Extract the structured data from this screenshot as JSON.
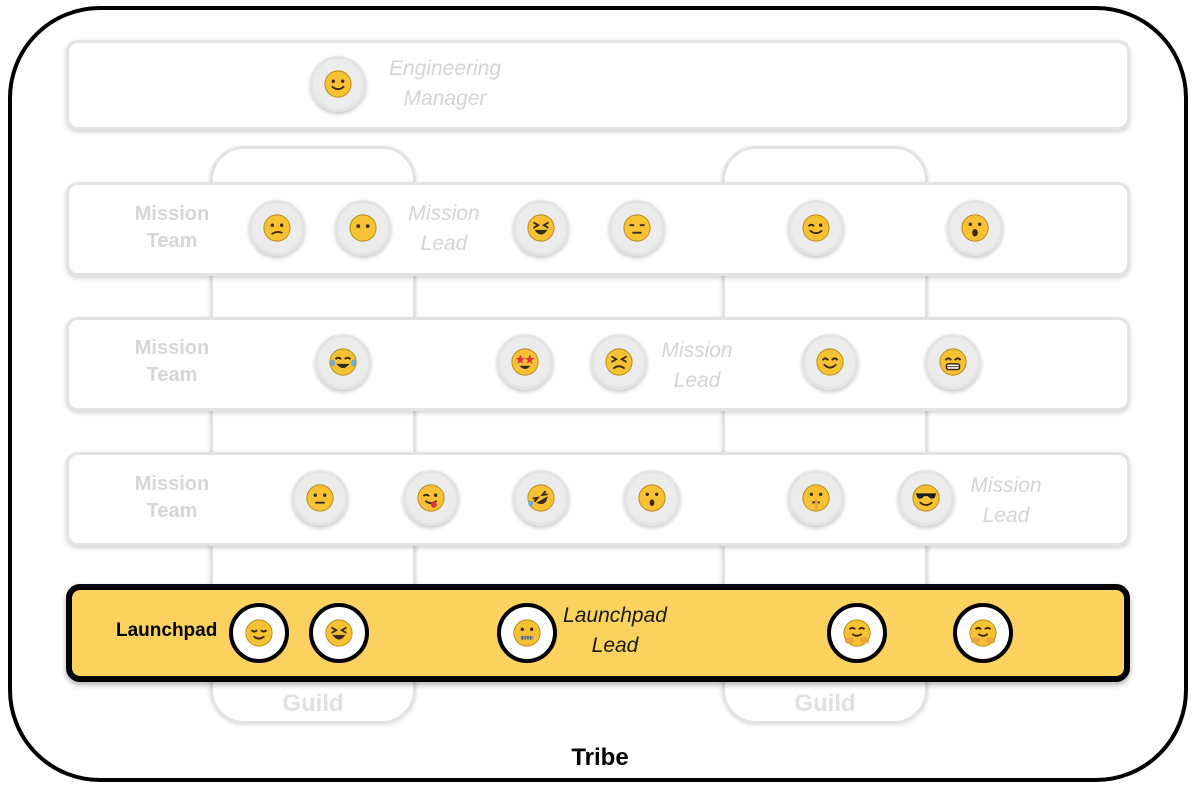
{
  "tribe": {
    "label": "Tribe"
  },
  "guilds": {
    "left_label": "Guild",
    "right_label": "Guild"
  },
  "manager": {
    "line1": "Engineering",
    "line2": "Manager",
    "avatar_icon": "smiling-face-icon"
  },
  "mission_team_1": {
    "label_line1": "Mission",
    "label_line2": "Team",
    "lead_line1": "Mission",
    "lead_line2": "Lead",
    "member_icons": [
      "confused-face-icon",
      "face-without-mouth-icon",
      "squinting-laughing-face-icon",
      "expressionless-face-icon",
      "winking-face-icon",
      "surprised-face-icon"
    ]
  },
  "mission_team_2": {
    "label_line1": "Mission",
    "label_line2": "Team",
    "lead_line1": "Mission",
    "lead_line2": "Lead",
    "member_icons": [
      "tears-of-joy-face-icon",
      "star-struck-face-icon",
      "persevering-face-icon",
      "smiling-eyes-face-icon",
      "grimacing-face-icon"
    ]
  },
  "mission_team_3": {
    "label_line1": "Mission",
    "label_line2": "Team",
    "lead_line1": "Mission",
    "lead_line2": "Lead",
    "member_icons": [
      "neutral-face-icon",
      "tongue-out-face-icon",
      "rolling-laughing-face-icon",
      "open-mouth-face-icon",
      "shushing-face-icon",
      "sunglasses-face-icon"
    ]
  },
  "launchpad": {
    "label": "Launchpad",
    "lead_line1": "Launchpad",
    "lead_line2": "Lead",
    "member_icons": [
      "relieved-face-icon",
      "squinting-laughing-face-icon",
      "zipper-mouth-face-icon",
      "hugging-face-icon",
      "hugging-face-icon"
    ]
  },
  "colors": {
    "launchpad_fill": "#fbd25e",
    "emoji_yellow": "#f6c233",
    "faded_border": "#e3e3e3"
  }
}
